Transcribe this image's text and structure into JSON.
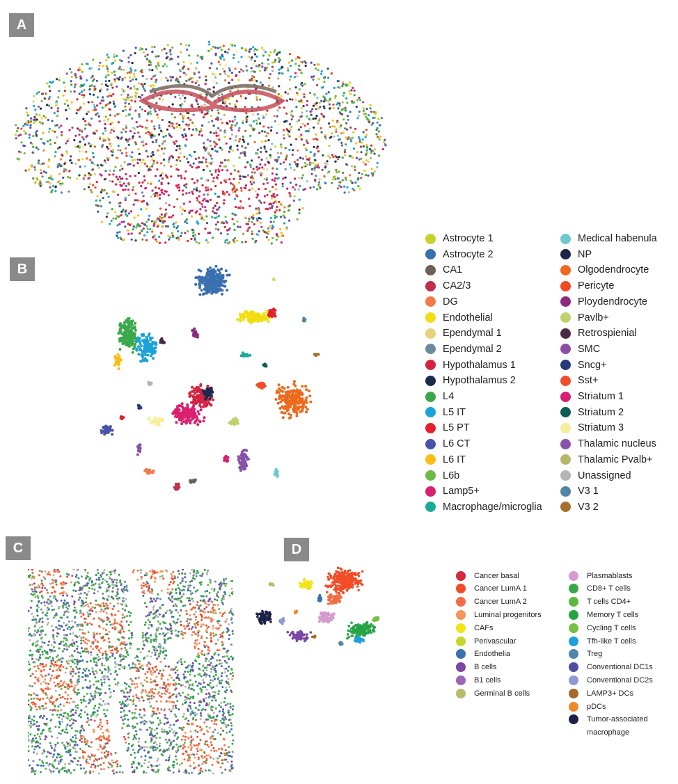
{
  "panels": {
    "a": {
      "label": "A"
    },
    "b": {
      "label": "B"
    },
    "c": {
      "label": "C"
    },
    "d": {
      "label": "D"
    }
  },
  "brain_legend": {
    "col1": [
      {
        "label": "Astrocyte 1",
        "color": "#c8d12c"
      },
      {
        "label": "Astrocyte 2",
        "color": "#3a6fb0"
      },
      {
        "label": "CA1",
        "color": "#6e6054"
      },
      {
        "label": "CA2/3",
        "color": "#c0304a"
      },
      {
        "label": "DG",
        "color": "#f27a4a"
      },
      {
        "label": "Endothelial",
        "color": "#f2de10"
      },
      {
        "label": "Ependymal 1",
        "color": "#e5d27c"
      },
      {
        "label": "Ependymal 2",
        "color": "#6b8b9c"
      },
      {
        "label": "Hypothalamus 1",
        "color": "#d42340"
      },
      {
        "label": "Hypothalamus 2",
        "color": "#1c2a4e"
      },
      {
        "label": "L4",
        "color": "#3aa84a"
      },
      {
        "label": "L5 IT",
        "color": "#1aa3d8"
      },
      {
        "label": "L5 PT",
        "color": "#e2202f"
      },
      {
        "label": "L6 CT",
        "color": "#4a53a8"
      },
      {
        "label": "L6 IT",
        "color": "#f9bd14"
      },
      {
        "label": "L6b",
        "color": "#6cbc44"
      },
      {
        "label": "Lamp5+",
        "color": "#dc1f6e"
      },
      {
        "label": "Macrophage/microglia",
        "color": "#1aab96"
      }
    ],
    "col2": [
      {
        "label": "Medical habenula",
        "color": "#6cc8cf"
      },
      {
        "label": "NP",
        "color": "#1d2549"
      },
      {
        "label": "Olgodendrocyte",
        "color": "#ed6a1d"
      },
      {
        "label": "Pericyte",
        "color": "#ef4a26"
      },
      {
        "label": "Ploydendrocyte",
        "color": "#8c2a7c"
      },
      {
        "label": "Pavlb+",
        "color": "#bcd36c"
      },
      {
        "label": "Retrospienial",
        "color": "#4b2a45"
      },
      {
        "label": "SMC",
        "color": "#8a4fa4"
      },
      {
        "label": "Sncg+",
        "color": "#263b7c"
      },
      {
        "label": "Sst+",
        "color": "#ef4e2a"
      },
      {
        "label": "Striatum 1",
        "color": "#d81b74"
      },
      {
        "label": "Striatum 2",
        "color": "#125d56"
      },
      {
        "label": "Striatum 3",
        "color": "#f5ee9c"
      },
      {
        "label": "Thalamic nucleus",
        "color": "#8752a8"
      },
      {
        "label": "Thalamic Pvalb+",
        "color": "#b5b86b"
      },
      {
        "label": "Unassigned",
        "color": "#b4b4b4"
      },
      {
        "label": "V3 1",
        "color": "#5184a6"
      },
      {
        "label": "V3 2",
        "color": "#a5702e"
      }
    ]
  },
  "tumor_legend": {
    "col1": [
      {
        "label": "Cancer basal",
        "color": "#d42a3c"
      },
      {
        "label": "Cancer LumA 1",
        "color": "#f24d28"
      },
      {
        "label": "Cancer LumA 2",
        "color": "#f26c45"
      },
      {
        "label": "Luminal progenitors",
        "color": "#f7935c"
      },
      {
        "label": "CAFs",
        "color": "#f2e418"
      },
      {
        "label": "Perivascular",
        "color": "#c8d62c"
      },
      {
        "label": "Endothelia",
        "color": "#3a70ad"
      },
      {
        "label": "B cells",
        "color": "#7a47a3"
      },
      {
        "label": "B1 cells",
        "color": "#9a66b8"
      },
      {
        "label": "Germinal B cells",
        "color": "#b9bb6c"
      }
    ],
    "col2": [
      {
        "label": "Plasmablasts",
        "color": "#d49bce"
      },
      {
        "label": "CD8+ T cells",
        "color": "#3aa84a"
      },
      {
        "label": "T cells CD4+",
        "color": "#5cb845"
      },
      {
        "label": "Memory T cells",
        "color": "#27a346"
      },
      {
        "label": "Cycling T cells",
        "color": "#74bf44"
      },
      {
        "label": "Tfh-like T cells",
        "color": "#1ea0d8"
      },
      {
        "label": "Treg",
        "color": "#4f86ab"
      },
      {
        "label": "Conventional DC1s",
        "color": "#4e4fa2"
      },
      {
        "label": "Conventional DC2s",
        "color": "#8e9ad0"
      },
      {
        "label": "LAMP3+ DCs",
        "color": "#a56a2c"
      },
      {
        "label": "pDCs",
        "color": "#ed8a2d"
      },
      {
        "label": "Tumor-associated macrophage",
        "color": "#1b2246"
      }
    ]
  }
}
